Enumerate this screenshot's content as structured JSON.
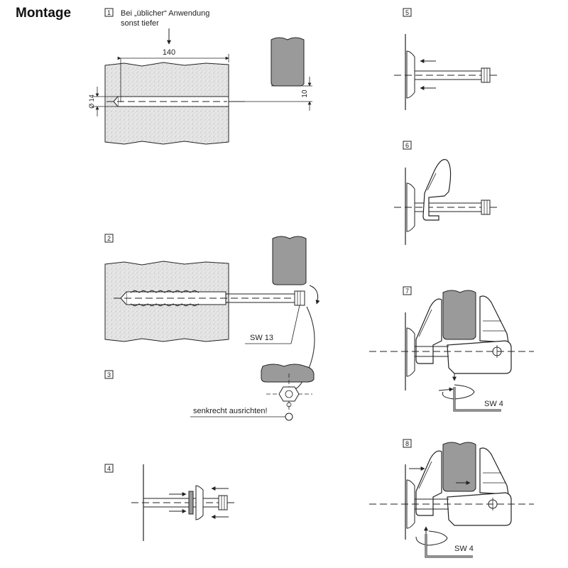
{
  "title": "Montage",
  "steps": [
    {
      "number": "1",
      "note_line1": "Bei „üblicher“ Anwendung",
      "note_line2": "sonst tiefer"
    },
    {
      "number": "2"
    },
    {
      "number": "3"
    },
    {
      "number": "4"
    },
    {
      "number": "5"
    },
    {
      "number": "6"
    },
    {
      "number": "7"
    },
    {
      "number": "8"
    }
  ],
  "dimensions": {
    "depth": "140",
    "diameter": "Ø 14",
    "offset": "10"
  },
  "labels": {
    "wrench_size": "SW 13",
    "align_note": "senkrecht ausrichten!",
    "allen_key_7": "SW 4",
    "allen_key_8": "SW 4"
  },
  "colors": {
    "concrete": "#e4e4e4",
    "wood": "#9a9a9a",
    "line": "#222222"
  }
}
